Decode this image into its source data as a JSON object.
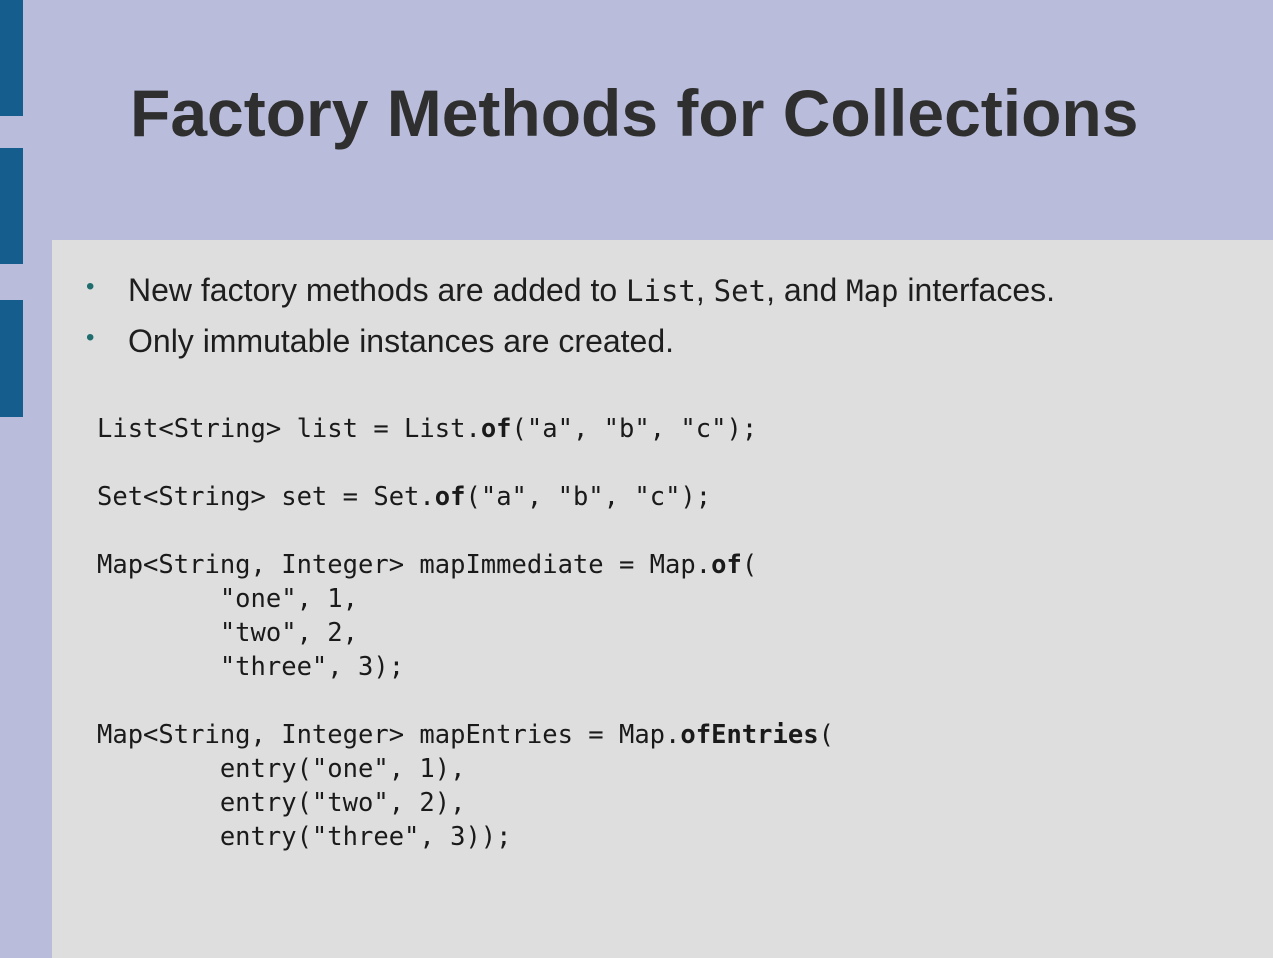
{
  "slide": {
    "title": "Factory Methods for Collections",
    "bullets": [
      {
        "parts": [
          {
            "text": "New factory methods are added to "
          },
          {
            "text": "List",
            "code": true
          },
          {
            "text": ", "
          },
          {
            "text": "Set",
            "code": true
          },
          {
            "text": ", and "
          },
          {
            "text": "Map",
            "code": true
          },
          {
            "text": " interfaces."
          }
        ]
      },
      {
        "parts": [
          {
            "text": "Only immutable instances are created."
          }
        ]
      }
    ],
    "code_lines": [
      [
        {
          "t": "List<String> list = List."
        },
        {
          "t": "of",
          "b": true
        },
        {
          "t": "(\"a\", \"b\", \"c\");"
        }
      ],
      [],
      [
        {
          "t": "Set<String> set = Set."
        },
        {
          "t": "of",
          "b": true
        },
        {
          "t": "(\"a\", \"b\", \"c\");"
        }
      ],
      [],
      [
        {
          "t": "Map<String, Integer> mapImmediate = Map."
        },
        {
          "t": "of",
          "b": true
        },
        {
          "t": "("
        }
      ],
      [
        {
          "t": "        \"one\", 1,"
        }
      ],
      [
        {
          "t": "        \"two\", 2,"
        }
      ],
      [
        {
          "t": "        \"three\", 3);"
        }
      ],
      [],
      [
        {
          "t": "Map<String, Integer> mapEntries = Map."
        },
        {
          "t": "ofEntries",
          "b": true
        },
        {
          "t": "("
        }
      ],
      [
        {
          "t": "        entry(\"one\", 1),"
        }
      ],
      [
        {
          "t": "        entry(\"two\", 2),"
        }
      ],
      [
        {
          "t": "        entry(\"three\", 3));"
        }
      ]
    ]
  }
}
